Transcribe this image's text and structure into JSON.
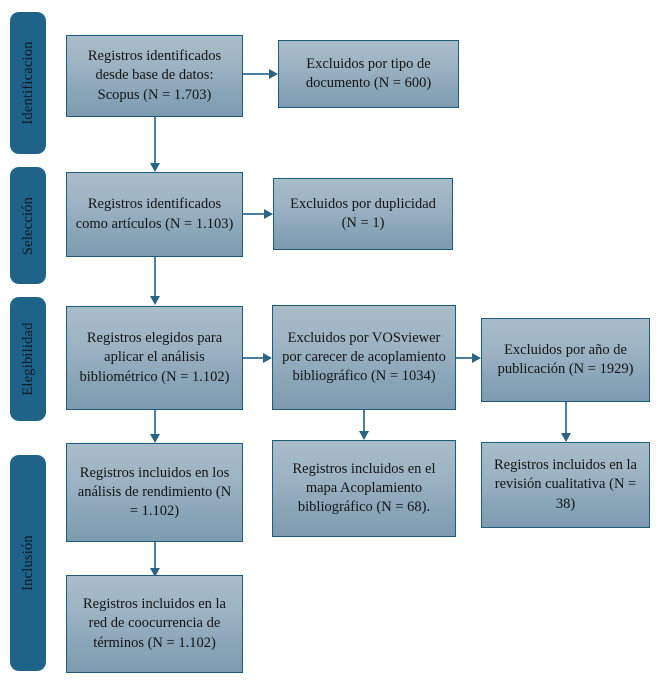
{
  "diagram": {
    "type": "prisma-flow-diagram",
    "language": "es",
    "background_color": "#ffffff",
    "colors": {
      "stage_tab": "#1f6389",
      "box_border": "#1f5c7a",
      "box_fill_top": "#a9bcc9",
      "box_fill_bottom": "#7e9bb0",
      "connector": "#4a7fa0",
      "arrowhead": "#2b6382",
      "text": "#141414"
    }
  },
  "stages": [
    {
      "id": "identificacion",
      "label": "Identificacion"
    },
    {
      "id": "seleccion",
      "label": "Selección"
    },
    {
      "id": "elegibilidad",
      "label": "Elegibilidad"
    },
    {
      "id": "inclusion",
      "label": "Inclusión"
    }
  ],
  "boxes": {
    "identified_records": {
      "text": "Registros identificados desde base de datos: Scopus (N = 1.703)"
    },
    "excluded_doctype": {
      "text": "Excluidos por tipo de documento (N = 600)"
    },
    "identified_articles": {
      "text": "Registros identificados como artículos (N = 1.103)"
    },
    "excluded_duplicates": {
      "text": "Excluidos por duplicidad (N = 1)"
    },
    "eligible_records": {
      "text": "Registros elegidos para aplicar el análisis bibliométrico (N = 1.102)"
    },
    "excluded_vosviewer": {
      "text": "Excluidos por VOSviewer por carecer de acoplamiento bibliográfico (N = 1034)"
    },
    "excluded_year": {
      "text": "Excluidos por año de publicación (N = 1929)"
    },
    "included_performance": {
      "text": "Registros incluidos en los análisis de rendimiento (N = 1.102)"
    },
    "included_map": {
      "text": "Registros incluidos en el mapa Acoplamiento bibliográfico (N = 68)."
    },
    "included_qualitative": {
      "text": "Registros incluidos en la revisión cualitativa (N = 38)"
    },
    "included_cooccurrence": {
      "text": "Registros incluidos en la red de coocurrencia de términos (N = 1.102)"
    }
  },
  "counts": {
    "scopus_records": 1703,
    "excluded_by_document_type": 600,
    "articles": 1103,
    "excluded_by_duplication": 1,
    "eligible_for_bibliometric": 1102,
    "excluded_by_vosviewer": 1034,
    "excluded_by_year": 1929,
    "included_performance_analysis": 1102,
    "included_bibliographic_coupling_map": 68,
    "included_qualitative_review": 38,
    "included_cooccurrence_network": 1102
  }
}
